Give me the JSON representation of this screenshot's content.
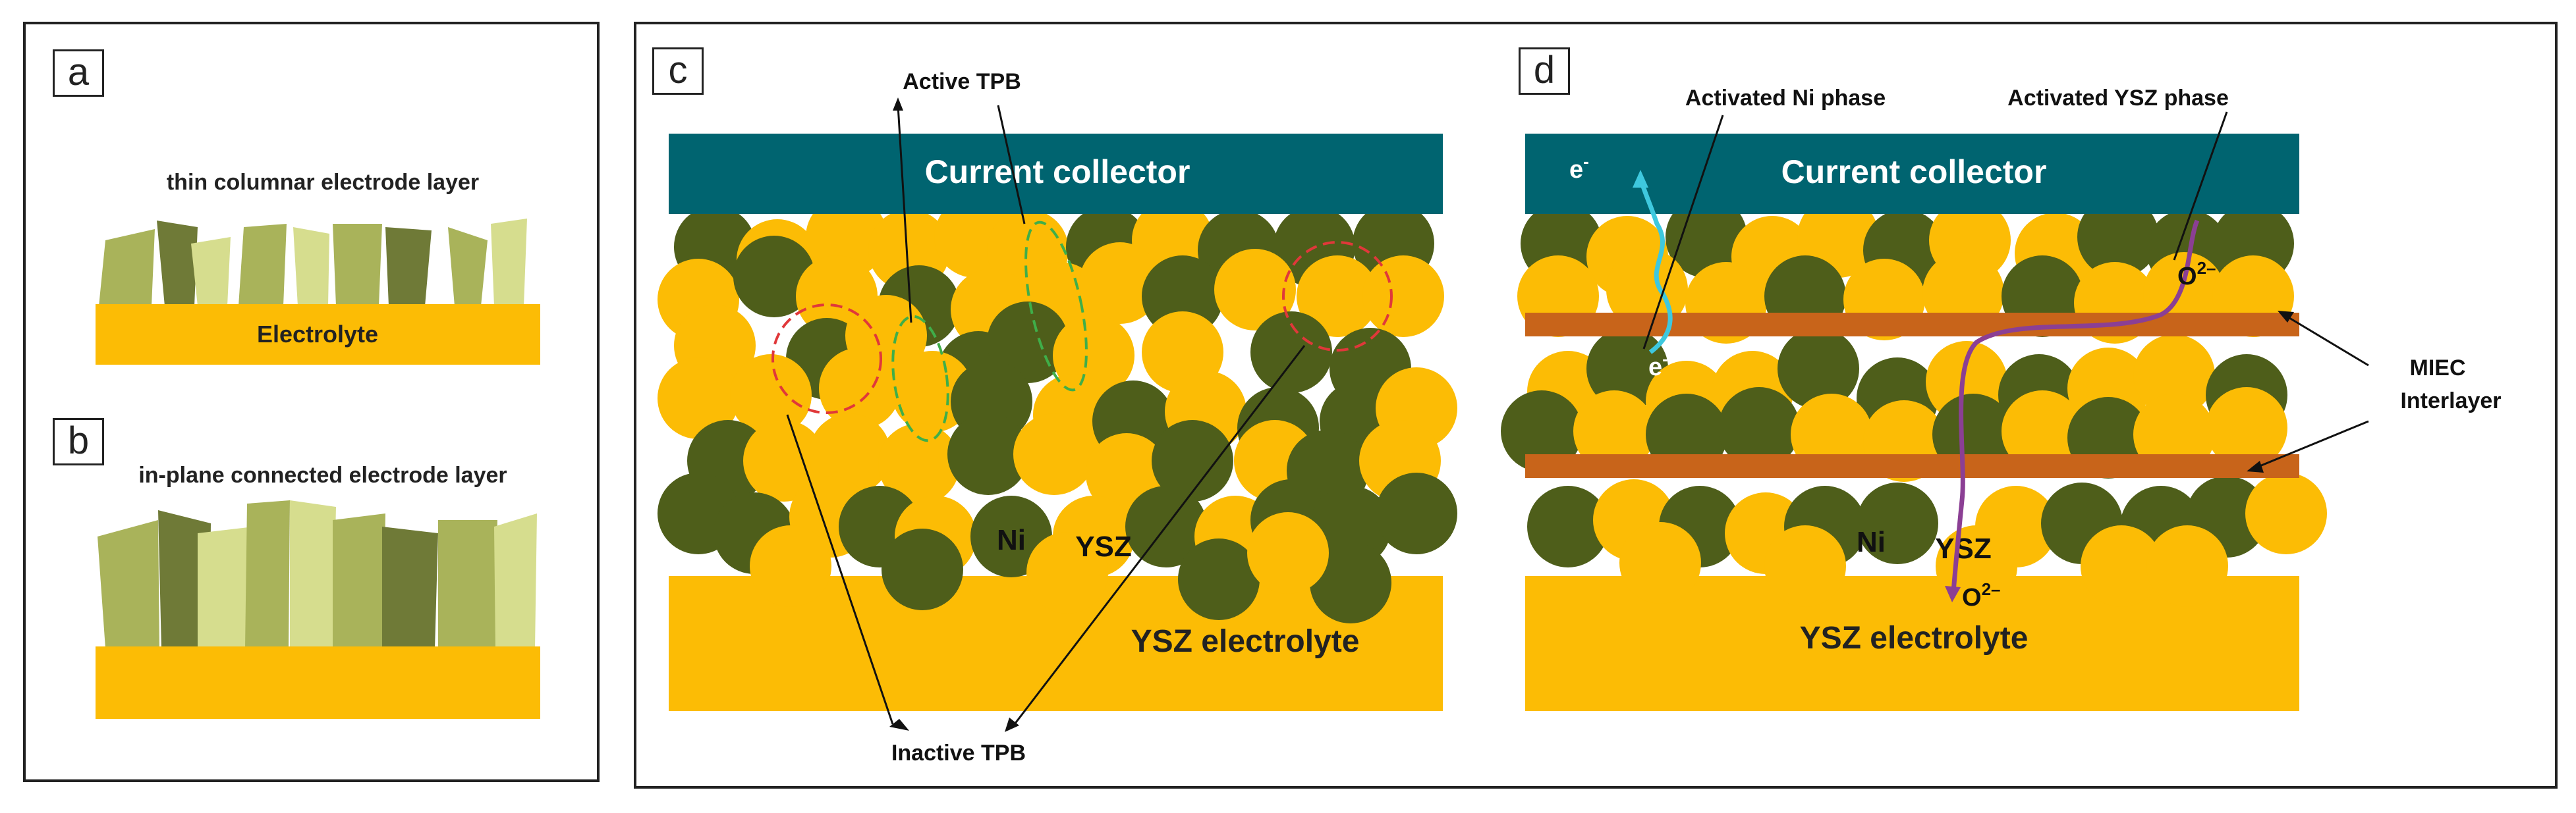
{
  "panels": {
    "a": {
      "letter": "a",
      "layer_label": "thin columnar electrode layer",
      "substrate_label": "Electrolyte"
    },
    "b": {
      "letter": "b",
      "layer_label": "in-plane connected electrode layer"
    },
    "c": {
      "letter": "c",
      "collector_label": "Current collector",
      "electrolyte_label": "YSZ electrolyte",
      "ni_label": "Ni",
      "ysz_label": "YSZ",
      "active_tpb_label": "Active TPB",
      "inactive_tpb_label": "Inactive TPB"
    },
    "d": {
      "letter": "d",
      "collector_label": "Current collector",
      "electrolyte_label": "YSZ electrolyte",
      "ni_label": "Ni",
      "ysz_label": "YSZ",
      "activated_ni_label": "Activated Ni phase",
      "activated_ysz_label": "Activated YSZ phase",
      "miec_label_1": "MIEC",
      "miec_label_2": "Interlayer",
      "electron_top": "e",
      "electron_bottom": "e",
      "electron_sup": "-",
      "oxygen_top": "O",
      "oxygen_bottom": "O",
      "oxygen_sup": "2–"
    }
  },
  "colors": {
    "ni": "#4e5e1a",
    "ysz": "#fcbc05",
    "collector": "#006470",
    "miec": "#c8641a",
    "active_tpb_ring": "#3fae49",
    "inactive_tpb_ring": "#e0383a",
    "electron_path": "#3ec8de",
    "oxygen_path": "#8b3f94",
    "column_light": "#d6dd8e",
    "column_mid": "#a9b35a",
    "column_dark": "#6f7a37"
  }
}
